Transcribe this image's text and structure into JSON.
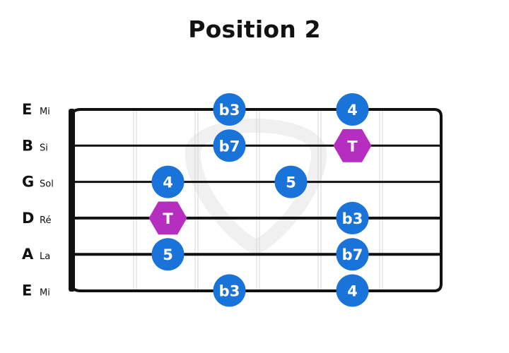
{
  "title": "Position 2",
  "colors": {
    "degree_note": "#1a73d9",
    "tonic_note": "#b52ec0",
    "fretboard": "#111111",
    "fret_line": "#d6d6d6"
  },
  "strings": [
    {
      "letter": "E",
      "name": "Mi"
    },
    {
      "letter": "B",
      "name": "Si"
    },
    {
      "letter": "G",
      "name": "Sol"
    },
    {
      "letter": "D",
      "name": "Ré"
    },
    {
      "letter": "A",
      "name": "La"
    },
    {
      "letter": "E",
      "name": "Mi"
    }
  ],
  "notes": [
    {
      "string": 1,
      "fret": 3,
      "label": "b3",
      "tonic": false
    },
    {
      "string": 1,
      "fret": 5,
      "label": "4",
      "tonic": false
    },
    {
      "string": 2,
      "fret": 3,
      "label": "b7",
      "tonic": false
    },
    {
      "string": 2,
      "fret": 5,
      "label": "T",
      "tonic": true
    },
    {
      "string": 3,
      "fret": 2,
      "label": "4",
      "tonic": false
    },
    {
      "string": 3,
      "fret": 4,
      "label": "5",
      "tonic": false
    },
    {
      "string": 4,
      "fret": 2,
      "label": "T",
      "tonic": true
    },
    {
      "string": 4,
      "fret": 5,
      "label": "b3",
      "tonic": false
    },
    {
      "string": 5,
      "fret": 2,
      "label": "5",
      "tonic": false
    },
    {
      "string": 5,
      "fret": 5,
      "label": "b7",
      "tonic": false
    },
    {
      "string": 6,
      "fret": 3,
      "label": "b3",
      "tonic": false
    },
    {
      "string": 6,
      "fret": 5,
      "label": "4",
      "tonic": false
    }
  ]
}
